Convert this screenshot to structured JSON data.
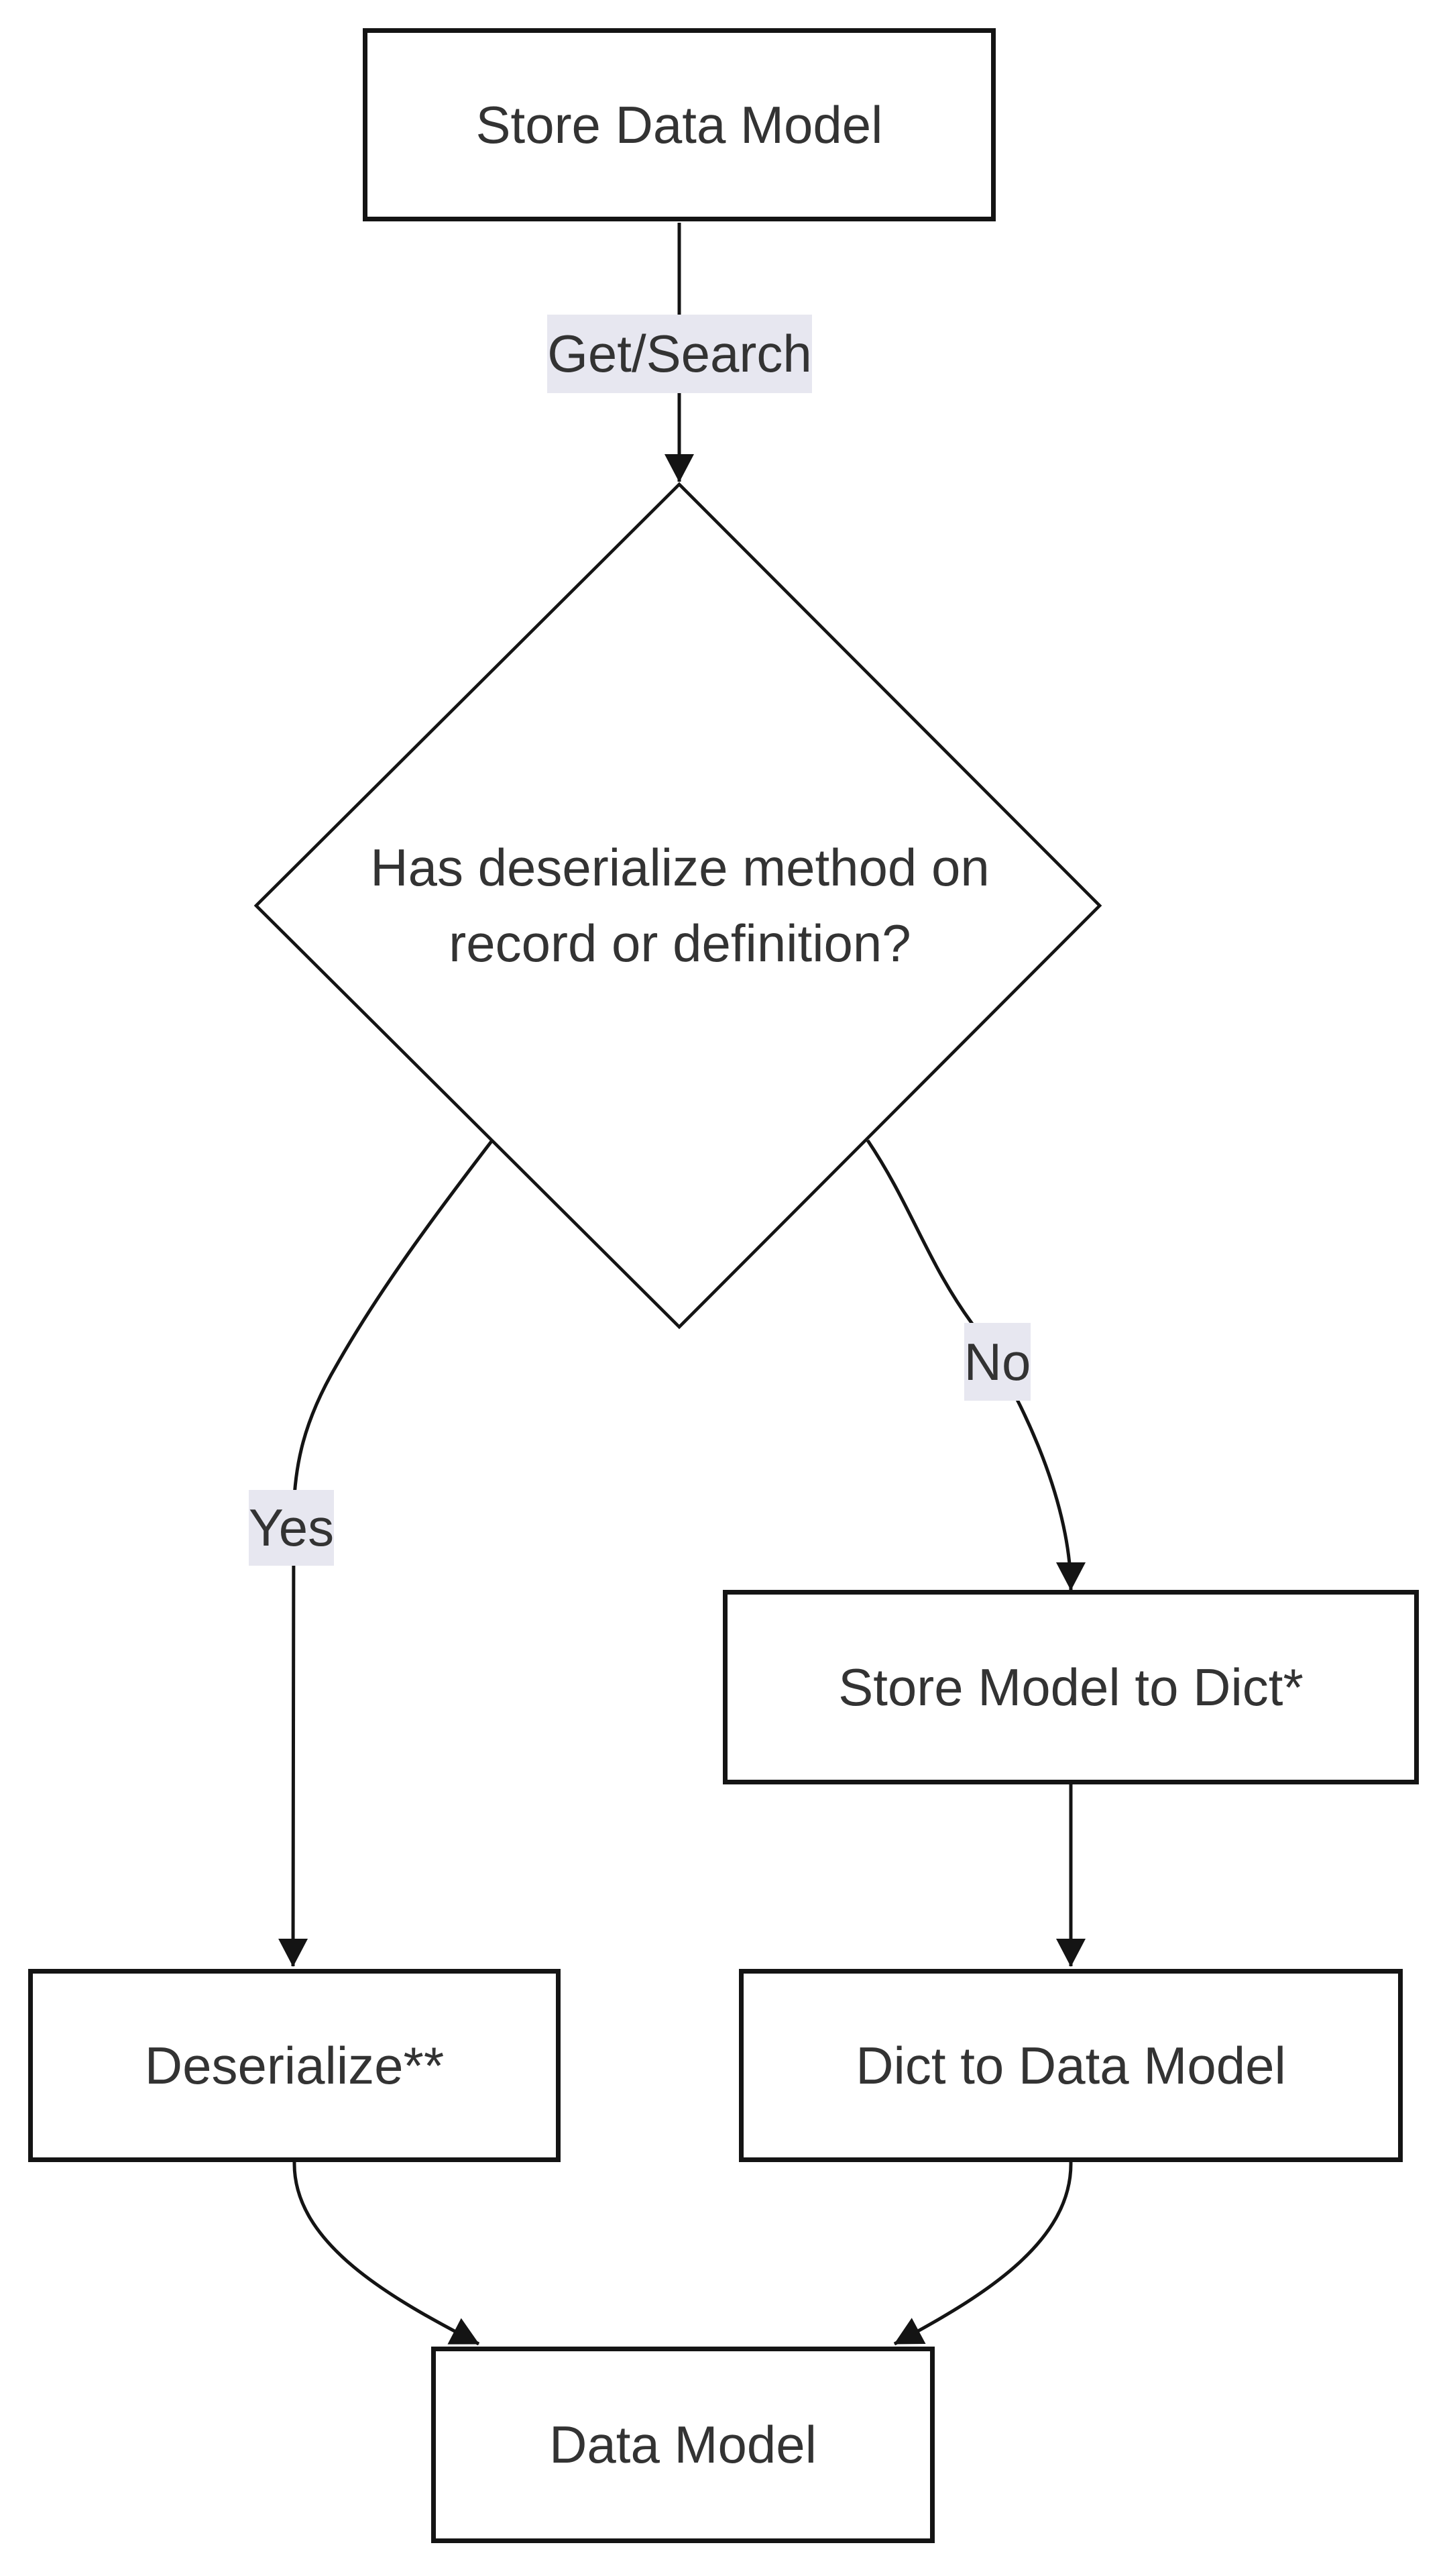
{
  "colors": {
    "background": "#ffffff",
    "node_fill": "#ffffff",
    "node_border": "#141414",
    "edge": "#141414",
    "text": "#333333",
    "edge_label_bg": "#e7e7f0"
  },
  "nodes": {
    "store_data_model": {
      "label": "Store Data Model"
    },
    "decision": {
      "line1": "Has deserialize method on",
      "line2": "record or definition?"
    },
    "store_model_to_dict": {
      "label": "Store Model to Dict*"
    },
    "deserialize": {
      "label": "Deserialize**"
    },
    "dict_to_data_model": {
      "label": "Dict to Data Model"
    },
    "data_model": {
      "label": "Data Model"
    }
  },
  "edge_labels": {
    "get_search": "Get/Search",
    "yes": "Yes",
    "no": "No"
  }
}
